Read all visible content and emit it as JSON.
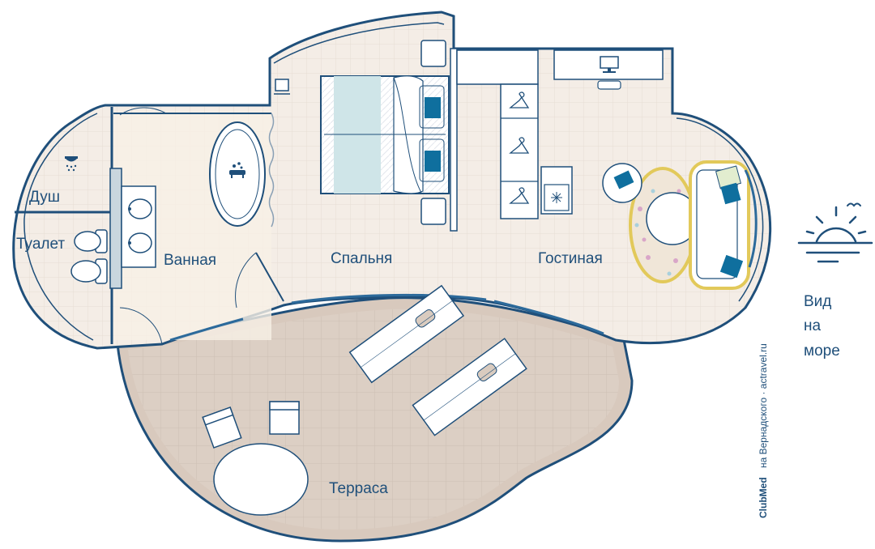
{
  "rooms": {
    "shower": "Душ",
    "toilet": "Туалет",
    "bathroom": "Ванная",
    "bedroom": "Спальня",
    "living_room": "Гостиная",
    "terrace": "Терраса"
  },
  "view": {
    "line1": "Вид",
    "line2": "на",
    "line3": "море"
  },
  "credit": {
    "brand": "ClubMed",
    "text": "на Вернадского  ·  actravel.ru"
  },
  "icons": {
    "shower": "shower-icon",
    "bath": "bathtub-icon",
    "sea_view": "sunset-icon",
    "hanger": "hanger-icon",
    "monitor": "monitor-icon",
    "safe": "safe-icon"
  },
  "colors": {
    "wall": "#1f4f7a",
    "floor": "#f4ede6",
    "terrace": "#dccfc4",
    "glass": "#2c6a9b",
    "accent": "#0f6f9e",
    "rug": "#e6d97f"
  }
}
